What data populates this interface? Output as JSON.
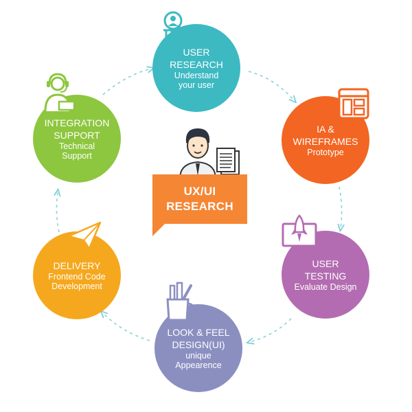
{
  "center": {
    "line1": "UX/UI",
    "line2": "RESEARCH"
  },
  "nodes": [
    {
      "id": "user-research",
      "title1": "USER",
      "title2": "RESEARCH",
      "sub1": "Understand",
      "sub2": "your user",
      "color": "#3db9c2"
    },
    {
      "id": "ia-wireframes",
      "title1": "IA &",
      "title2": "WIREFRAMES",
      "sub1": "Prototype",
      "sub2": "",
      "color": "#f26522"
    },
    {
      "id": "user-testing",
      "title1": "USER",
      "title2": "TESTING",
      "sub1": "Evaluate Design",
      "sub2": "",
      "color": "#b36cb1"
    },
    {
      "id": "look-feel",
      "title1": "LOOK & FEEL",
      "title2": "DESIGN(UI)",
      "sub1": "unique",
      "sub2": "Appearence",
      "color": "#8b8fc0"
    },
    {
      "id": "delivery",
      "title1": "DELIVERY",
      "title2": "",
      "sub1": "Frontend Code",
      "sub2": "Development",
      "color": "#f5a81e"
    },
    {
      "id": "integration-support",
      "title1": "INTEGRATION",
      "title2": "SUPPORT",
      "sub1": "Technical",
      "sub2": "Support",
      "color": "#8dc63f"
    }
  ],
  "icons": {
    "user-research": "magnifier-person-icon",
    "ia-wireframes": "wireframe-icon",
    "user-testing": "rocket-monitor-icon",
    "look-feel": "pencil-cup-icon",
    "delivery": "paper-plane-icon",
    "integration-support": "support-agent-icon",
    "center": "researcher-avatar-icon"
  }
}
